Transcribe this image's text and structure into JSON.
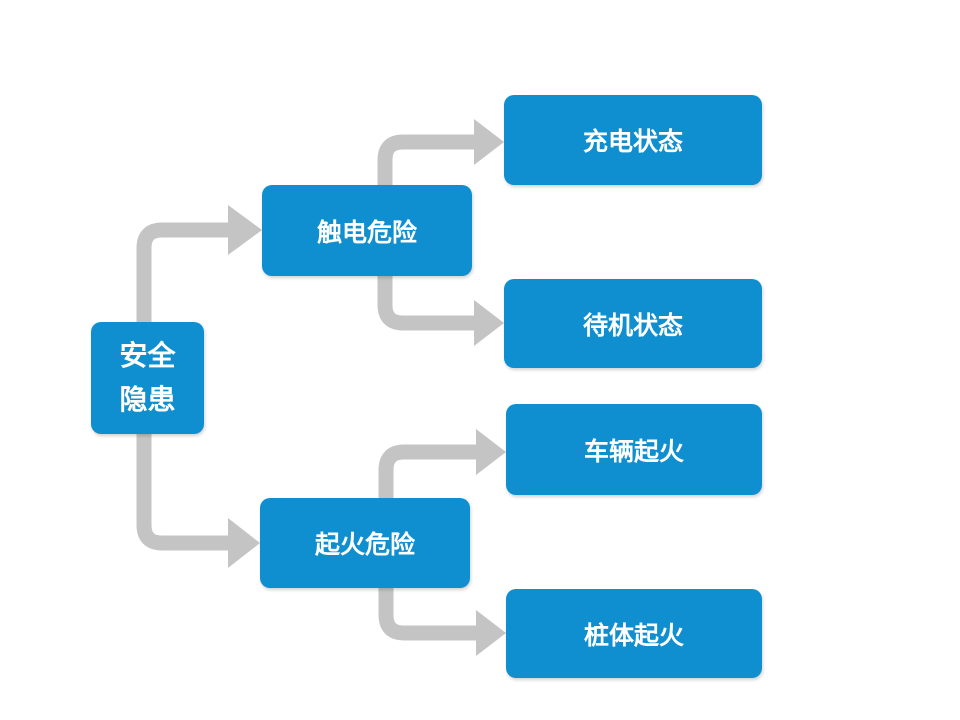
{
  "root": {
    "line1": "安全",
    "line2": "隐患"
  },
  "branches": [
    {
      "label": "触电危险",
      "children": [
        "充电状态",
        "待机状态"
      ]
    },
    {
      "label": "起火危险",
      "children": [
        "车辆起火",
        "桩体起火"
      ]
    }
  ],
  "colors": {
    "node_fill": "#0f8fd0",
    "node_text": "#ffffff",
    "connector": "#c4c4c4",
    "background": "#ffffff"
  }
}
